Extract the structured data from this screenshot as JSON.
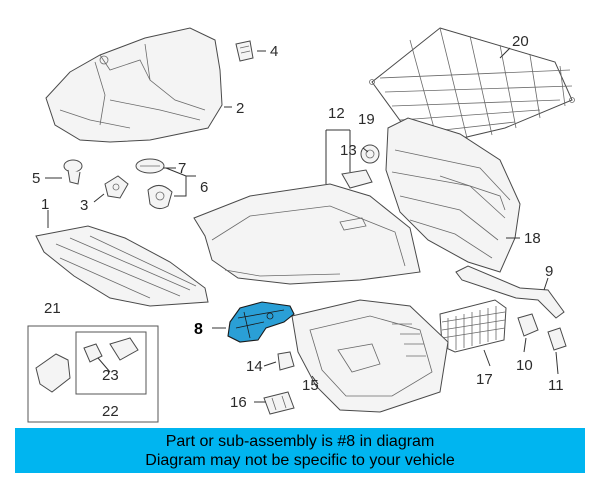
{
  "callouts": {
    "c1": "1",
    "c2": "2",
    "c3": "3",
    "c4": "4",
    "c5": "5",
    "c6": "6",
    "c7": "7",
    "c8": "8",
    "c9": "9",
    "c10": "10",
    "c11": "11",
    "c12": "12",
    "c13": "13",
    "c14": "14",
    "c15": "15",
    "c16": "16",
    "c17": "17",
    "c18": "18",
    "c19": "19",
    "c20": "20",
    "c21": "21",
    "c22": "22",
    "c23": "23"
  },
  "highlight_part": "8",
  "colors": {
    "highlight": "#2a9fd6",
    "banner": "#00b5f0"
  },
  "banner": {
    "line1": "Part or sub-assembly is #8 in diagram",
    "line2": "Diagram may not be specific to your vehicle"
  }
}
